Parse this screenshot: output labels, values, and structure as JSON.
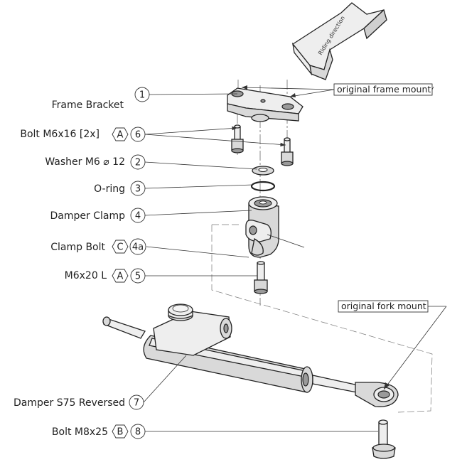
{
  "riding_direction": "Riding direction",
  "callouts": {
    "frame_mount": "original frame mount",
    "fork_mount": "original fork mount"
  },
  "parts": [
    {
      "id": "frame-bracket",
      "label": "Frame Bracket",
      "number": "1",
      "tag": ""
    },
    {
      "id": "bolt-m6x16",
      "label": "Bolt M6x16 [2x]",
      "number": "6",
      "tag": "A"
    },
    {
      "id": "washer-m6",
      "label": "Washer M6 ⌀ 12",
      "number": "2",
      "tag": ""
    },
    {
      "id": "o-ring",
      "label": "O-ring",
      "number": "3",
      "tag": ""
    },
    {
      "id": "damper-clamp",
      "label": "Damper Clamp",
      "number": "4",
      "tag": ""
    },
    {
      "id": "clamp-bolt",
      "label": "Clamp Bolt",
      "number": "4a",
      "tag": "C"
    },
    {
      "id": "m6x20-l",
      "label": "M6x20 L",
      "number": "5",
      "tag": "A"
    },
    {
      "id": "damper-s75",
      "label": "Damper S75 Reversed",
      "number": "7",
      "tag": ""
    },
    {
      "id": "bolt-m8x25",
      "label": "Bolt M8x25",
      "number": "8",
      "tag": "B"
    }
  ]
}
